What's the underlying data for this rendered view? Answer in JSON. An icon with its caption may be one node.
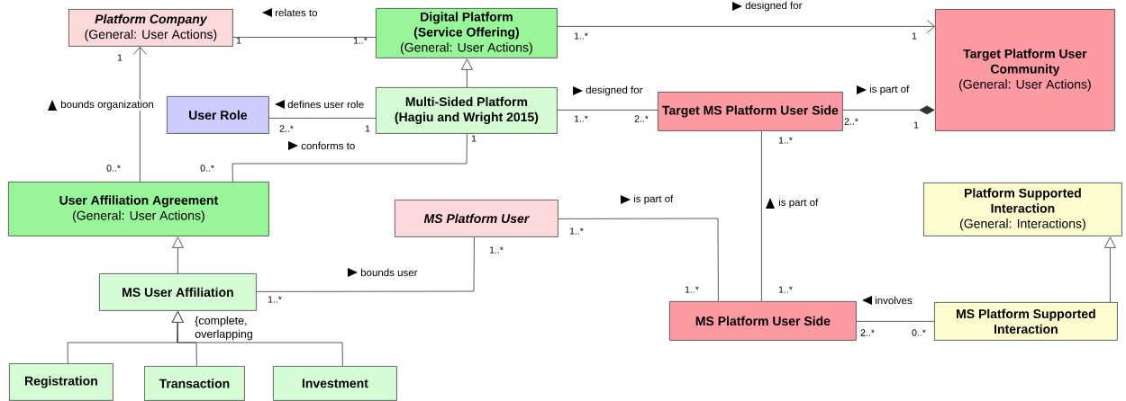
{
  "diagram": {
    "nodes": [
      {
        "text": [
          "Platform Company",
          "(General: User Actions)"
        ]
      },
      {
        "text": [
          "Digital Platform (Service Offering)",
          "(General: User Actions)"
        ]
      },
      {
        "text": [
          "User Role"
        ]
      },
      {
        "text": [
          "Multi-Sided Platform (Hagiu and Wright 2015)"
        ]
      },
      {
        "text": [
          "Target MS Platform User Side"
        ]
      },
      {
        "text": [
          "Target Platform User Community",
          "(General: User Actions)"
        ]
      },
      {
        "text": [
          "User Affiliation Agreement",
          "(General: User Actions)"
        ]
      },
      {
        "text": [
          "MS Platform User"
        ]
      },
      {
        "text": [
          "Platform Supported Interaction",
          "(General: Interactions)"
        ]
      },
      {
        "text": [
          "MS User Affiliation"
        ]
      },
      {
        "text": [
          "MS Platform User Side"
        ]
      },
      {
        "text": [
          "MS Platform Supported Interaction"
        ]
      },
      {
        "text": [
          "Registration"
        ]
      },
      {
        "text": [
          "Transaction"
        ]
      },
      {
        "text": [
          "Investment"
        ]
      }
    ],
    "edges": [
      {
        "from": 6,
        "to": 0,
        "arrow": "to",
        "label": "bounds organization"
      },
      {
        "from": 0,
        "to": 1,
        "arrow": "none",
        "label": "relates to"
      },
      {
        "from": 1,
        "to": 5,
        "arrow": "to",
        "label": "designed for"
      },
      {
        "from": 3,
        "to": 1,
        "arrow": "to"
      },
      {
        "from": 2,
        "to": 3,
        "arrow": "none",
        "label": "defines user role"
      },
      {
        "from": 3,
        "to": 4,
        "arrow": "none",
        "label": "designed for"
      },
      {
        "from": 4,
        "to": 5,
        "arrow": "other",
        "label": "is part of"
      },
      {
        "from": 6,
        "to": 3,
        "arrow": "none",
        "label": "conforms to"
      },
      {
        "from": 10,
        "to": 4,
        "arrow": "none",
        "label": "is part of"
      },
      {
        "from": 7,
        "to": 10,
        "arrow": "none",
        "label": "is part of"
      },
      {
        "from": 9,
        "to": 7,
        "arrow": "none",
        "label": "bounds user"
      },
      {
        "from": 9,
        "to": 6,
        "arrow": "to"
      },
      {
        "from": 12,
        "to": 9,
        "arrow": "to"
      },
      {
        "from": 13,
        "to": 9,
        "arrow": "to"
      },
      {
        "from": 14,
        "to": 9,
        "arrow": "to"
      },
      {
        "from": 11,
        "to": 8,
        "arrow": "to"
      },
      {
        "from": 11,
        "to": 10,
        "arrow": "none",
        "label": "involves"
      }
    ],
    "labels": [
      "1",
      "1..*",
      "1..*",
      "1",
      "1",
      "2..*",
      "1",
      "1..*",
      "2..*",
      "2..*",
      "1",
      "1",
      "1..*",
      "0..*",
      "0..*",
      "1..*",
      "1..*",
      "1..*",
      "1..*",
      "1..*",
      "{complete, overlapping",
      "2..*",
      "0..*"
    ]
  }
}
